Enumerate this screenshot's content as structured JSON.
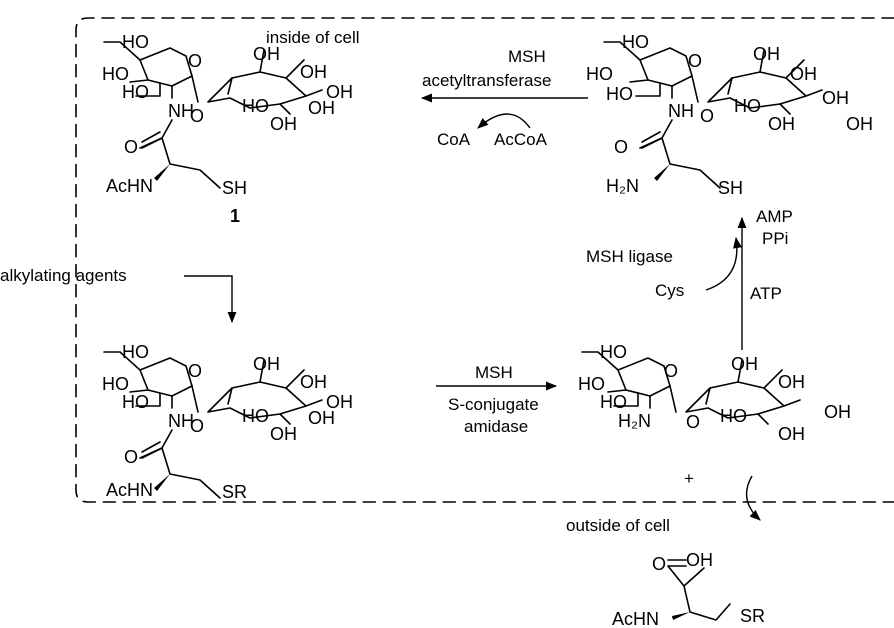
{
  "labels": {
    "inside": "inside of cell",
    "outside": "outside of cell",
    "acetyltransferase_1": "MSH",
    "acetyltransferase_2": "acetyltransferase",
    "coa": "CoA",
    "accoa": "AcCoA",
    "ligase": "MSH ligase",
    "amp": "AMP",
    "ppi": "PPi",
    "cys": "Cys",
    "atp": "ATP",
    "alkylating": "alkylating agents",
    "amidase_1": "MSH",
    "amidase_2": "S-conjugate",
    "amidase_3": "amidase",
    "compound_number": "1",
    "plus": "+"
  },
  "atoms": {
    "ho": "HO",
    "oh": "OH",
    "o": "O",
    "nh": "NH",
    "achn": "AcHN",
    "sh": "SH",
    "sr": "SR",
    "h2n": "H₂N",
    "n": "N",
    "h2": "H₂"
  }
}
